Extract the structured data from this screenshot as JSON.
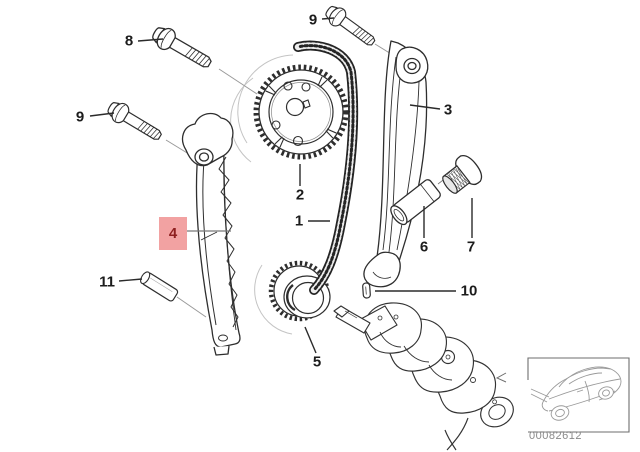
{
  "figure": {
    "callouts": [
      {
        "label": "1",
        "highlighted": false
      },
      {
        "label": "2",
        "highlighted": false
      },
      {
        "label": "3",
        "highlighted": false
      },
      {
        "label": "4",
        "highlighted": true
      },
      {
        "label": "5",
        "highlighted": false
      },
      {
        "label": "6",
        "highlighted": false
      },
      {
        "label": "7",
        "highlighted": false
      },
      {
        "label": "8",
        "highlighted": false
      },
      {
        "label": "9",
        "highlighted": false
      },
      {
        "label": "9",
        "highlighted": false
      },
      {
        "label": "10",
        "highlighted": false
      },
      {
        "label": "11",
        "highlighted": false
      }
    ],
    "inset": {
      "code": "00082612"
    },
    "colors": {
      "highlight_bg": "#f2a2a2",
      "highlight_text": "#8e1f1f",
      "line": "#2e2e2e",
      "ghost_line": "#c4c4c4",
      "inset_line": "#6e6e6e",
      "car_line": "#9a9a9a",
      "code_text": "#8a8a8a"
    }
  }
}
